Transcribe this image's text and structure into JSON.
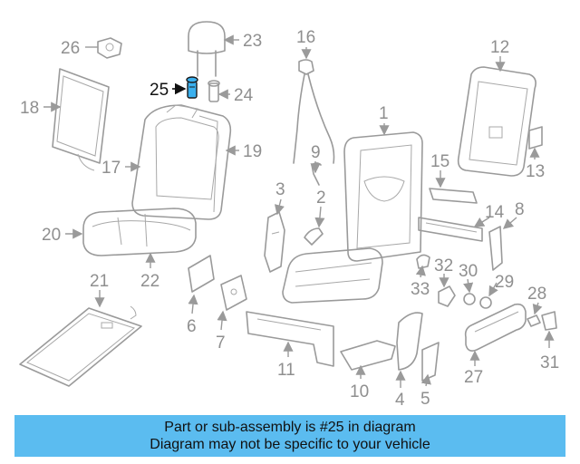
{
  "diagram": {
    "highlighted_part": "25",
    "callouts": [
      "1",
      "2",
      "3",
      "4",
      "5",
      "6",
      "7",
      "8",
      "9",
      "10",
      "11",
      "12",
      "13",
      "14",
      "15",
      "16",
      "17",
      "18",
      "19",
      "20",
      "21",
      "22",
      "23",
      "24",
      "25",
      "26",
      "27",
      "28",
      "29",
      "30",
      "31",
      "32",
      "33"
    ]
  },
  "banner": {
    "line1": "Part or sub-assembly is #25 in diagram",
    "line2": "Diagram may not be specific to your vehicle"
  },
  "colors": {
    "banner_bg": "#5bbcf0",
    "highlight_part": "#3ab0ee",
    "line_art": "#9a9a9a"
  }
}
